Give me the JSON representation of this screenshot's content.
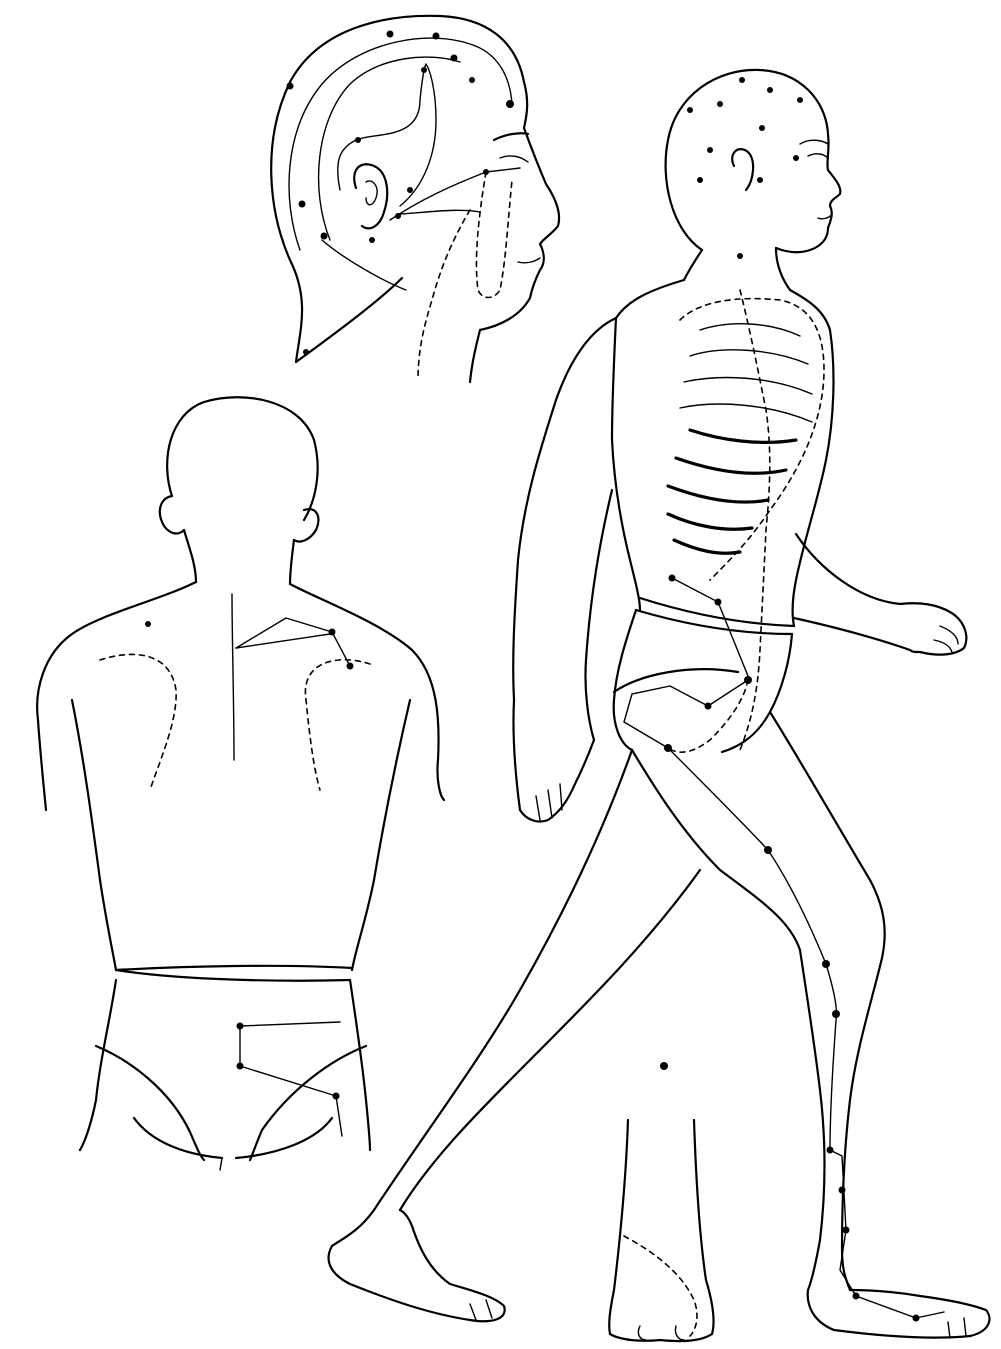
{
  "figure": {
    "colors": {
      "ink": "#000000",
      "paper": "#ffffff"
    },
    "panels": [
      "head-profile-view",
      "back-view",
      "lateral-walking-view"
    ],
    "labels": []
  }
}
